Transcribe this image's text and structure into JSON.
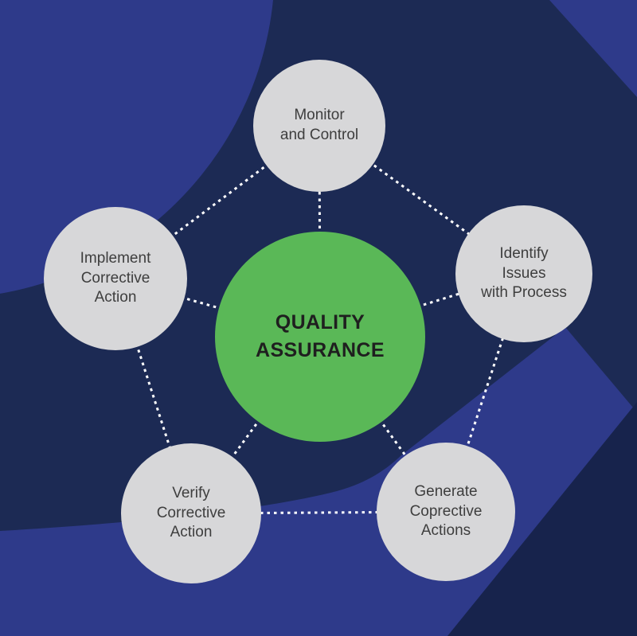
{
  "diagram": {
    "center": {
      "label": "QUALITY\nASSURANCE"
    },
    "nodes": [
      {
        "id": "monitor",
        "label": "Monitor\nand Control"
      },
      {
        "id": "identify",
        "label": "Identify\nIssues\nwith Process"
      },
      {
        "id": "generate",
        "label": "Generate\nCoprective\nActions"
      },
      {
        "id": "verify",
        "label": "Verify\nCorrective\nAction"
      },
      {
        "id": "implement",
        "label": "Implement\nCorrective\nAction"
      }
    ]
  },
  "colors": {
    "background_dark_navy": "#1C2A54",
    "background_medium_blue": "#2E3A8A",
    "background_darker_navy": "#17234C",
    "center_green": "#5AB857",
    "node_gray": "#D7D7D9",
    "node_text": "#3E3E3E",
    "center_text": "#1F1F1F",
    "connector_white": "#FFFFFF"
  }
}
